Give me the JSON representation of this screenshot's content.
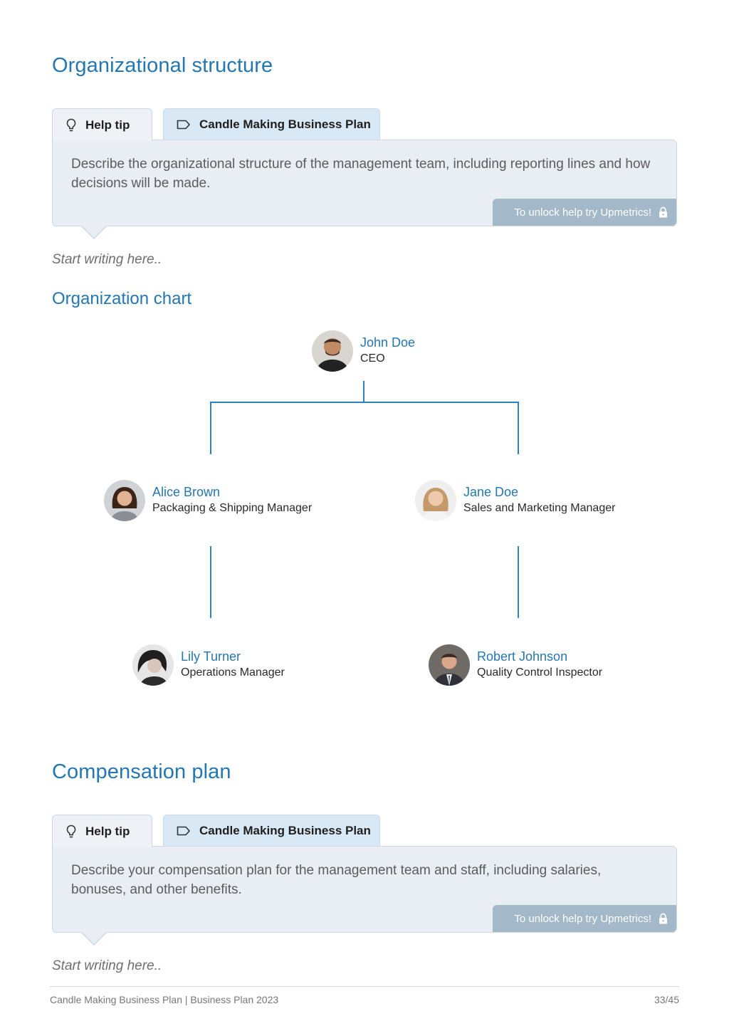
{
  "section1": {
    "title": "Organizational structure",
    "help_tab": "Help tip",
    "plan_tab": "Candle Making Business Plan",
    "tip_text": "Describe the organizational structure of the management team, including reporting lines and how decisions will be made.",
    "unlock_text": "To unlock help try Upmetrics!",
    "placeholder": "Start writing here.."
  },
  "org_chart": {
    "title": "Organization chart",
    "ceo": {
      "name": "John Doe",
      "role": "CEO"
    },
    "left_manager": {
      "name": "Alice Brown",
      "role": "Packaging & Shipping Manager"
    },
    "right_manager": {
      "name": "Jane Doe",
      "role": "Sales and Marketing Manager"
    },
    "left_report": {
      "name": "Lily Turner",
      "role": "Operations Manager"
    },
    "right_report": {
      "name": "Robert Johnson",
      "role": "Quality Control Inspector"
    },
    "line_color": "#2f82bd"
  },
  "section2": {
    "title": "Compensation plan",
    "help_tab": "Help tip",
    "plan_tab": "Candle Making Business Plan",
    "tip_text": "Describe your compensation plan for the management team and staff, including salaries, bonuses, and other benefits.",
    "unlock_text": "To unlock help try Upmetrics!",
    "placeholder": "Start writing here.."
  },
  "footer": {
    "left": "Candle Making Business Plan | Business Plan 2023",
    "page": "33/45"
  },
  "icons": [
    "lightbulb-icon",
    "tag-icon",
    "lock-icon"
  ]
}
